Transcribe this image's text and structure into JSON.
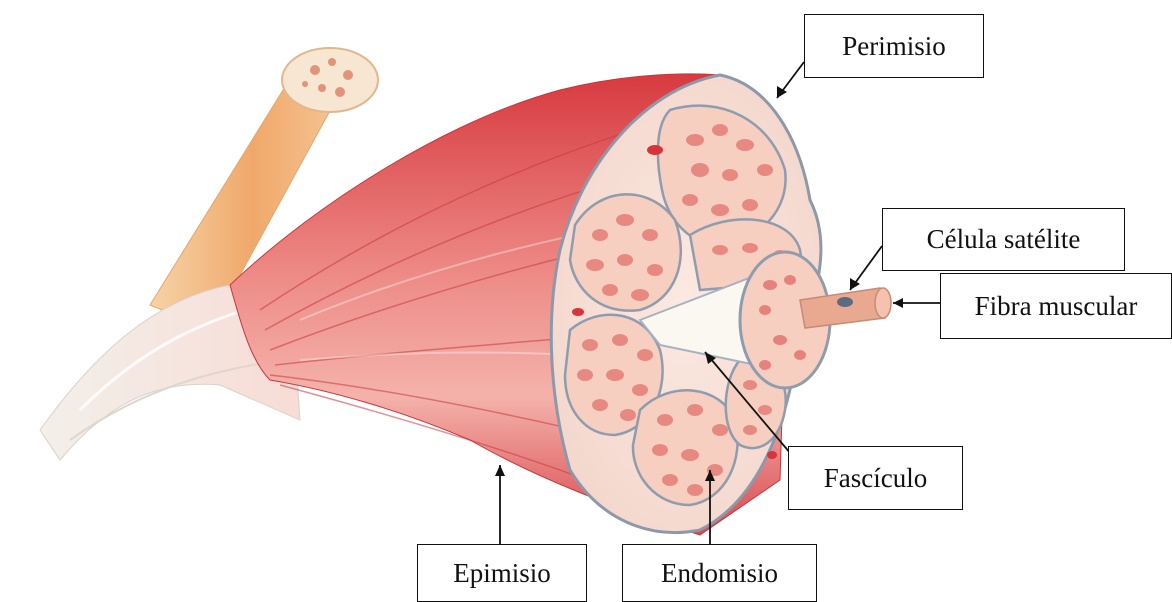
{
  "labels": {
    "perimisio": "Perimisio",
    "celula_satelite": "Célula satélite",
    "fibra_muscular": "Fibra muscular",
    "fasciculo": "Fascículo",
    "epimisio": "Epimisio",
    "endomisio": "Endomisio"
  },
  "colors": {
    "muscle_red": "#d9454b",
    "muscle_light": "#f2a4a0",
    "fascicle_fill": "#f7d3c6",
    "fiber_dot": "#e9877f",
    "tendon": "#f1ece6",
    "bone": "#f0b27a",
    "membrane": "#9aa7b8"
  }
}
